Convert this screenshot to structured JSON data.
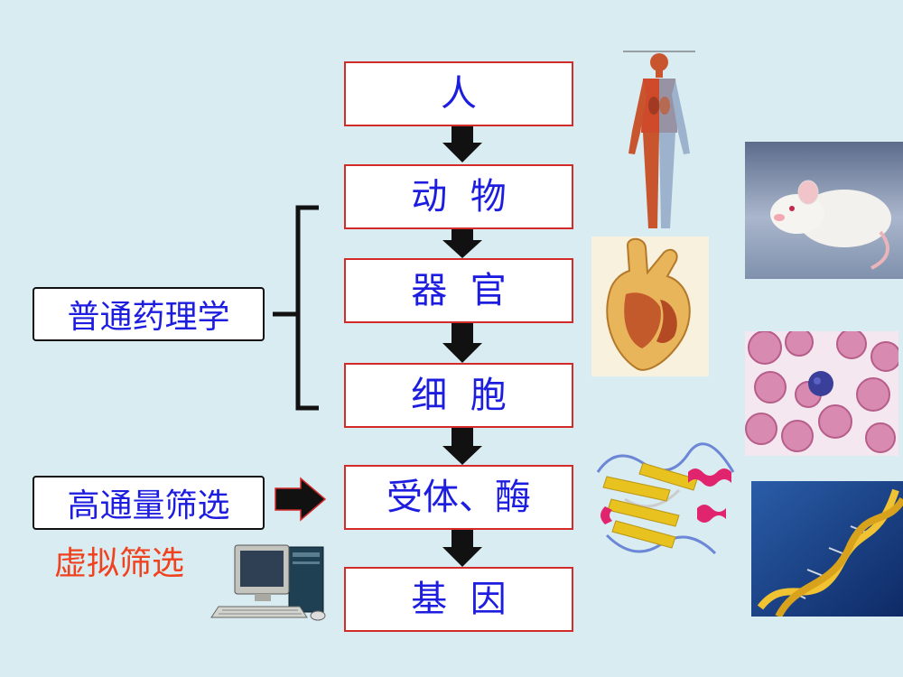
{
  "levels": [
    {
      "label": "人"
    },
    {
      "label": "动  物"
    },
    {
      "label": "器  官"
    },
    {
      "label": "细  胞"
    },
    {
      "label": "受体、酶"
    },
    {
      "label": "基  因"
    }
  ],
  "left_labels": {
    "general_pharmacology": "普通药理学",
    "high_throughput_screening": "高通量筛选",
    "virtual_screening": "虚拟筛选"
  },
  "colors": {
    "background": "#d8ecf2",
    "box_border": "#d42a2a",
    "text": "#1d1de0",
    "virtual_label": "#f0421e",
    "arrow": "#111111"
  },
  "illustrations": [
    "human-anatomy-image",
    "white-rat-image",
    "heart-image",
    "blood-cells-image",
    "protein-structure-image",
    "dna-helix-image",
    "computer-image"
  ]
}
